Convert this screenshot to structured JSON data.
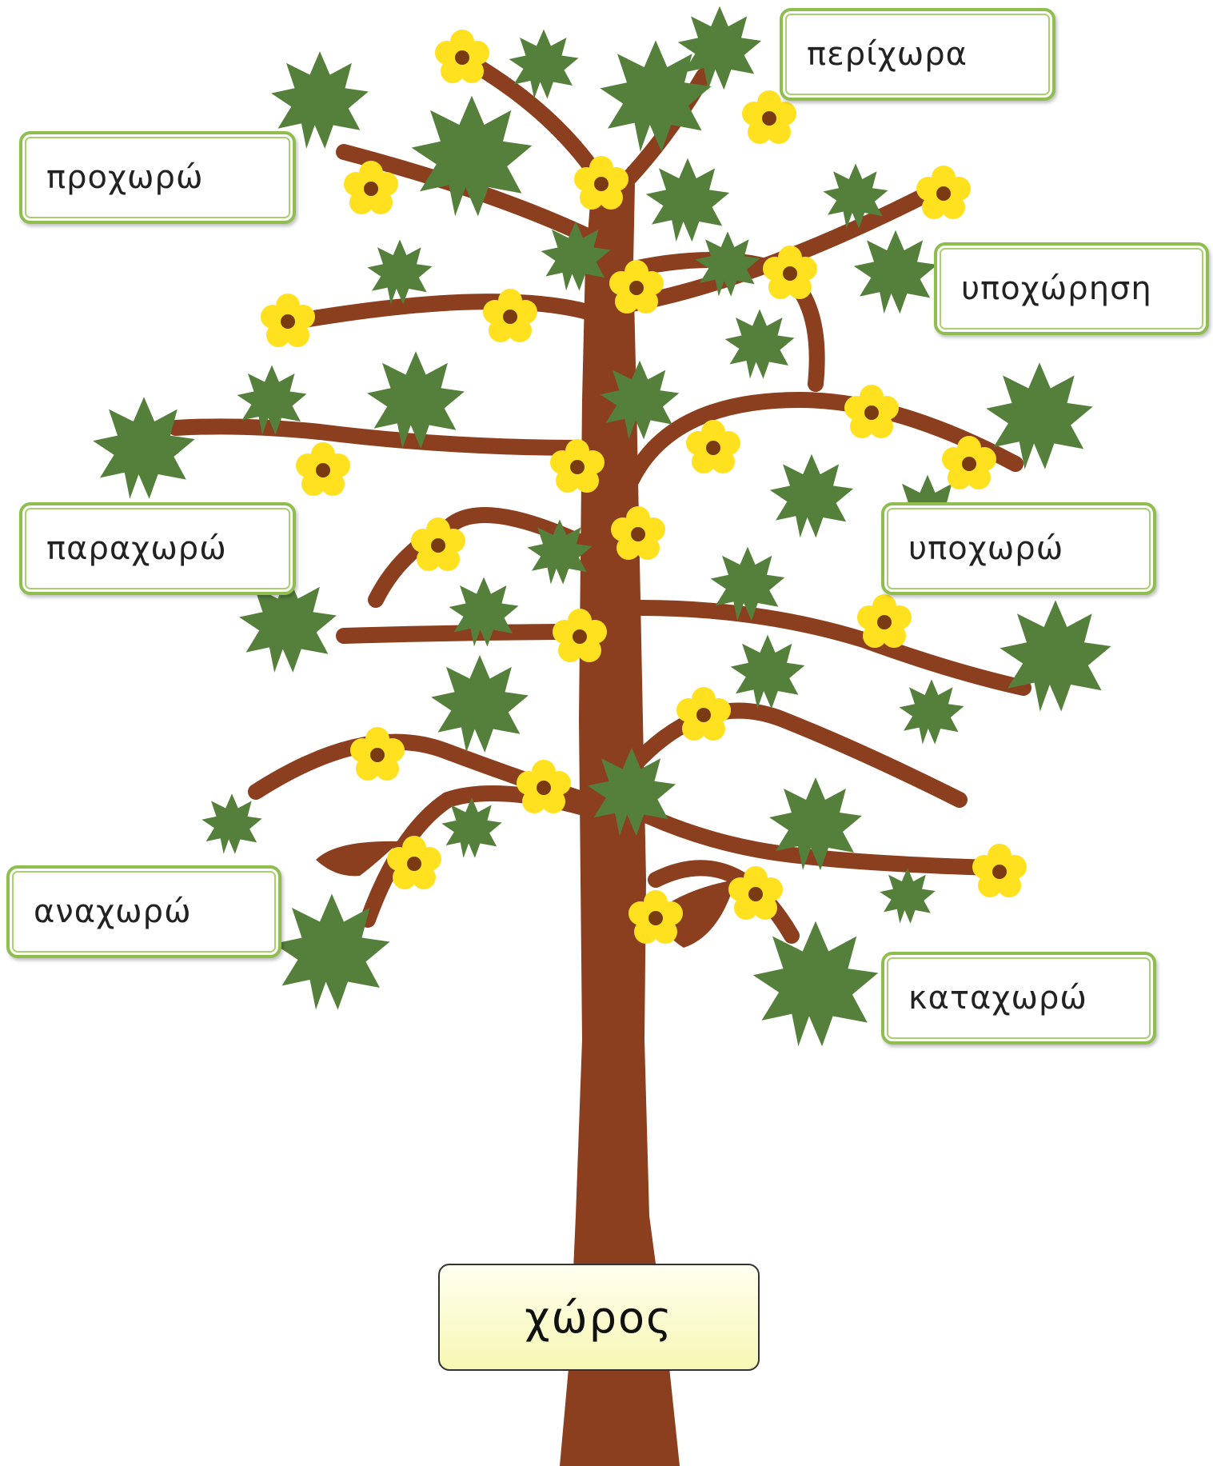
{
  "colors": {
    "trunk": "#8b3f1e",
    "leaf": "#55803c",
    "flower_petal": "#ffe11f",
    "flower_center": "#7a3a12",
    "box_border": "#8fbe4f",
    "root_box_fill": "#f7f7b4"
  },
  "root": {
    "word": "χώρος"
  },
  "derived_words": [
    {
      "id": "perichora",
      "word": "περίχωρα"
    },
    {
      "id": "prochoro",
      "word": "προχωρώ"
    },
    {
      "id": "ypochorisi",
      "word": "υποχώρηση"
    },
    {
      "id": "parachoro",
      "word": "παραχωρώ"
    },
    {
      "id": "ypochoro",
      "word": "υποχωρώ"
    },
    {
      "id": "anachoro",
      "word": "αναχωρώ"
    },
    {
      "id": "katachoro",
      "word": "καταχωρώ"
    }
  ]
}
